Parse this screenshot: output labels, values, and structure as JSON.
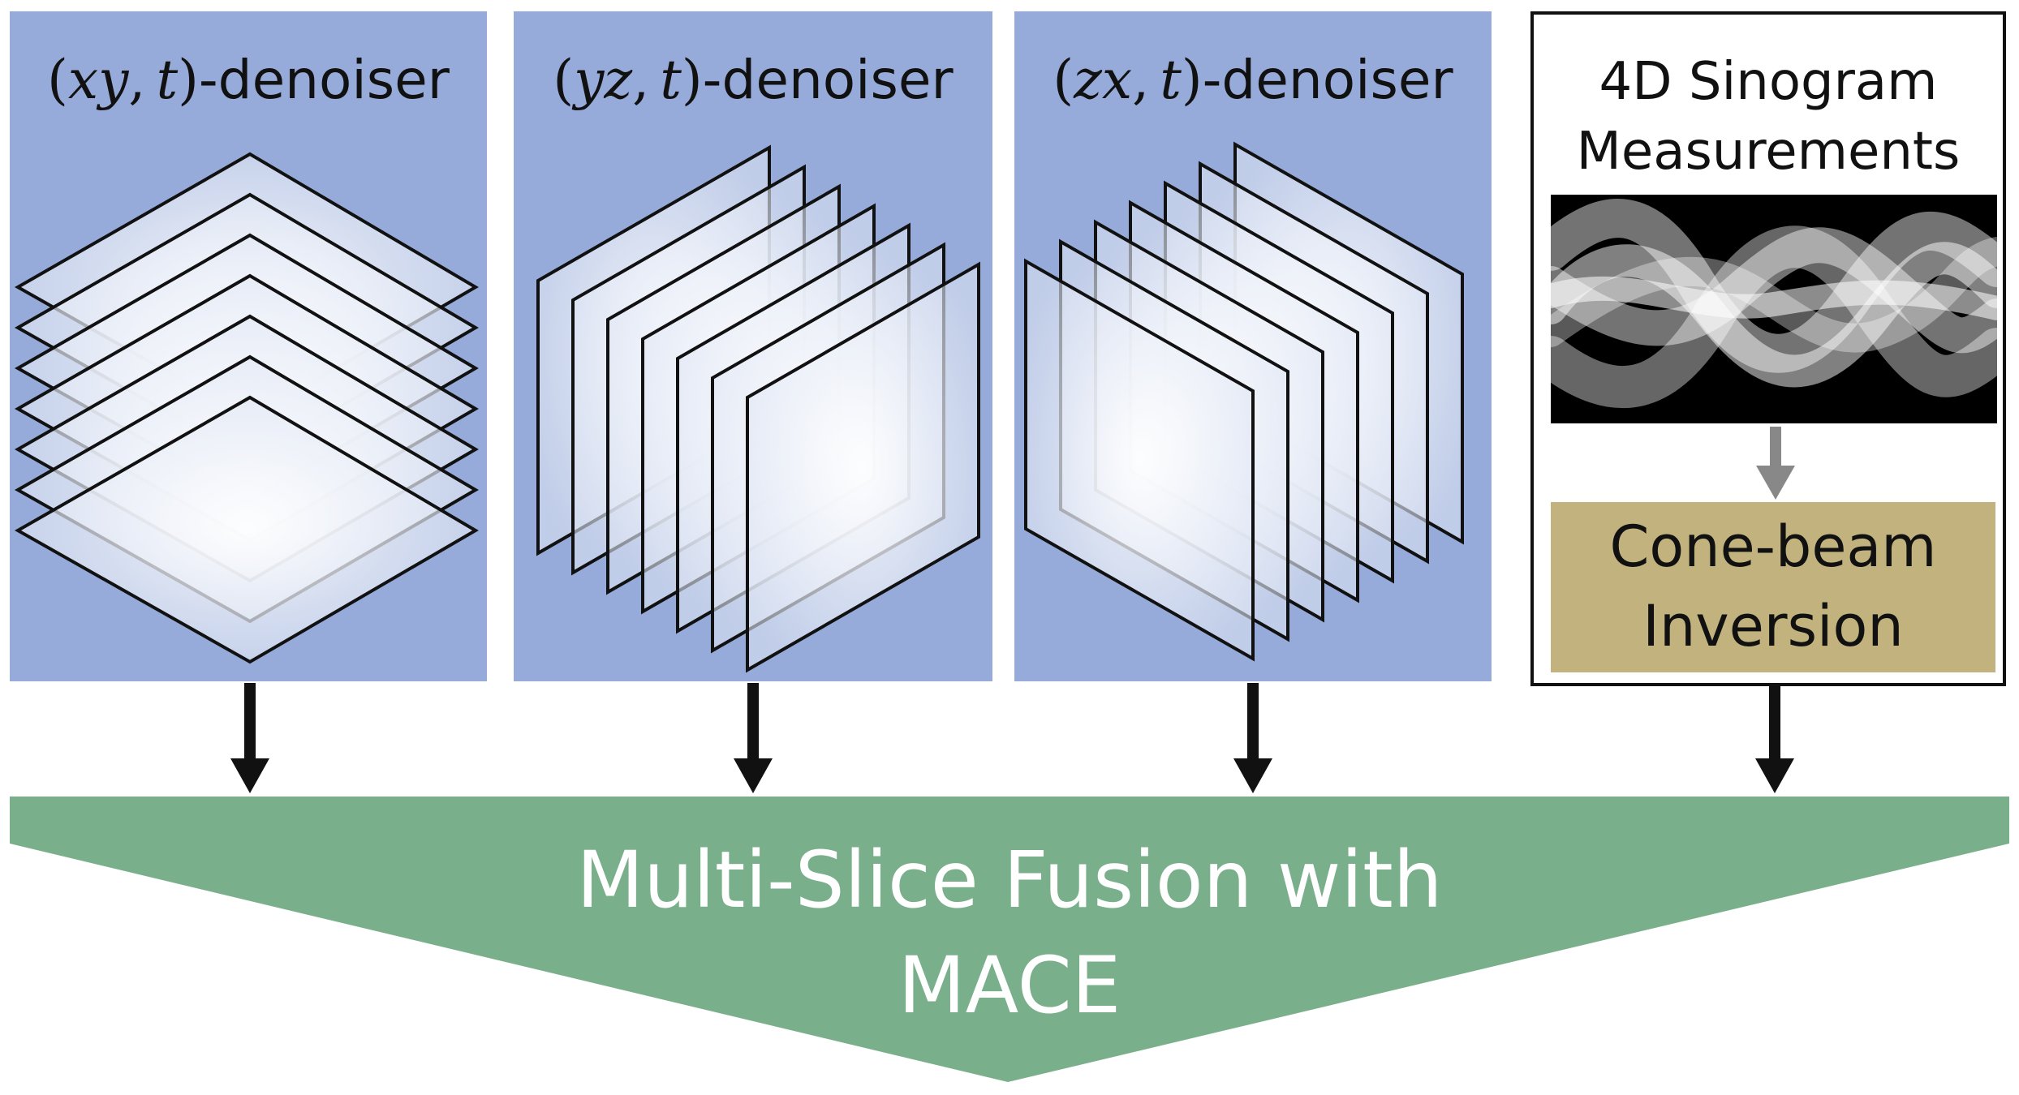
{
  "colors": {
    "panel_blue": "#96abd9",
    "fusion_green": "#79af8a",
    "cone_gold": "#c2b37e",
    "arrow_black": "#111111",
    "arrow_gray": "#888888"
  },
  "panels": [
    {
      "var": "xy",
      "t": "t",
      "suffix": "-denoiser"
    },
    {
      "var": "yz",
      "t": "t",
      "suffix": "-denoiser"
    },
    {
      "var": "zx",
      "t": "t",
      "suffix": "-denoiser"
    }
  ],
  "sinogram": {
    "title_line1": "4D Sinogram",
    "title_line2": "Measurements",
    "inversion_line1": "Cone-beam",
    "inversion_line2": "Inversion"
  },
  "fusion": {
    "line1": "Multi-Slice Fusion with",
    "line2": "MACE"
  }
}
